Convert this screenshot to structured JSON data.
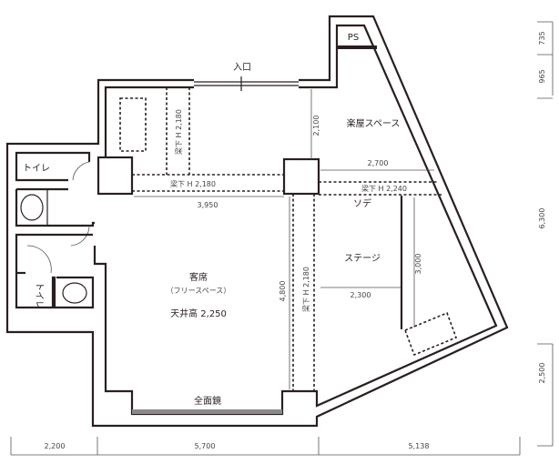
{
  "labels": {
    "entrance": "入口",
    "ps": "PS",
    "green_room": "楽屋スペース",
    "wings": "ソデ",
    "stage": "ステージ",
    "seating": "客席",
    "seating_sub": "（フリースペース）",
    "ceiling_height": "天井高 2,250",
    "mirror": "全面鏡",
    "toilet_top": "トイレ",
    "toilet_bottom": "トイレ",
    "beam_left_vertical": "梁下 H 2,180",
    "beam_horizontal_left": "梁下 H 2,180",
    "beam_horizontal_right": "梁下 H 2,240",
    "beam_center_vertical": "梁下 H 2,180"
  },
  "dimensions": {
    "d2100": "2,100",
    "d2700": "2,700",
    "d3950": "3,950",
    "d4800": "4,800",
    "d2300": "2,300",
    "d3000": "3,000"
  },
  "right_scale": [
    "735",
    "965",
    "6,300",
    "2,500"
  ],
  "bottom_scale": [
    "2,200",
    "5,700",
    "5,138"
  ],
  "colors": {
    "wall": "#2a1f1f",
    "mirror": "#8a8a8a"
  }
}
